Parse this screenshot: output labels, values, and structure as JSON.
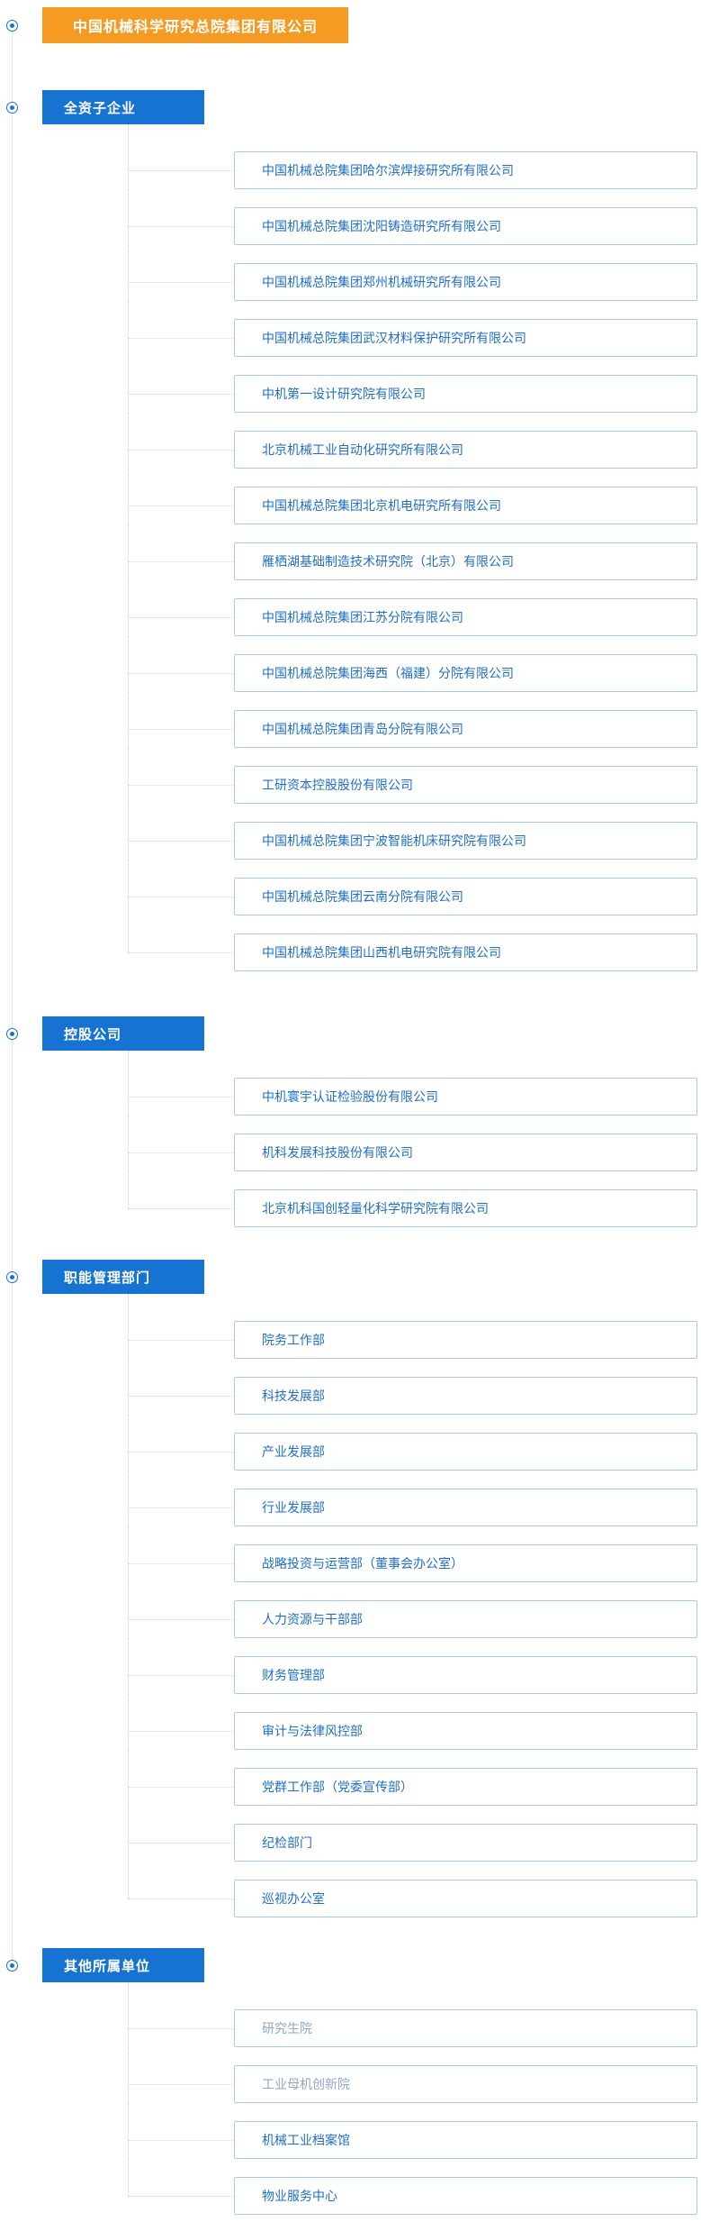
{
  "root": {
    "label": "中国机械科学研究总院集团有限公司"
  },
  "colors": {
    "root_bg": "#f59a23",
    "category_bg": "#1673d1",
    "item_text": "#1f6fc5",
    "item_muted_text": "#8fa6c9",
    "item_border": "#a8c9ee",
    "connector": "#c9d4df",
    "marker": "#1673d1"
  },
  "sections": [
    {
      "label": "全资子企业",
      "items": [
        {
          "label": "中国机械总院集团哈尔滨焊接研究所有限公司"
        },
        {
          "label": "中国机械总院集团沈阳铸造研究所有限公司"
        },
        {
          "label": "中国机械总院集团郑州机械研究所有限公司"
        },
        {
          "label": "中国机械总院集团武汉材料保护研究所有限公司"
        },
        {
          "label": "中机第一设计研究院有限公司"
        },
        {
          "label": "北京机械工业自动化研究所有限公司"
        },
        {
          "label": "中国机械总院集团北京机电研究所有限公司"
        },
        {
          "label": "雁栖湖基础制造技术研究院（北京）有限公司"
        },
        {
          "label": "中国机械总院集团江苏分院有限公司"
        },
        {
          "label": "中国机械总院集团海西（福建）分院有限公司"
        },
        {
          "label": "中国机械总院集团青岛分院有限公司"
        },
        {
          "label": "工研资本控股股份有限公司"
        },
        {
          "label": "中国机械总院集团宁波智能机床研究院有限公司"
        },
        {
          "label": "中国机械总院集团云南分院有限公司"
        },
        {
          "label": "中国机械总院集团山西机电研究院有限公司"
        }
      ]
    },
    {
      "label": "控股公司",
      "items": [
        {
          "label": "中机寰宇认证检验股份有限公司"
        },
        {
          "label": "机科发展科技股份有限公司"
        },
        {
          "label": "北京机科国创轻量化科学研究院有限公司"
        }
      ]
    },
    {
      "label": "职能管理部门",
      "items": [
        {
          "label": "院务工作部"
        },
        {
          "label": "科技发展部"
        },
        {
          "label": "产业发展部"
        },
        {
          "label": "行业发展部"
        },
        {
          "label": "战略投资与运营部（董事会办公室）"
        },
        {
          "label": "人力资源与干部部"
        },
        {
          "label": "财务管理部"
        },
        {
          "label": "审计与法律风控部"
        },
        {
          "label": "党群工作部（党委宣传部）"
        },
        {
          "label": "纪检部门"
        },
        {
          "label": "巡视办公室"
        }
      ]
    },
    {
      "label": "其他所属单位",
      "items": [
        {
          "label": "研究生院",
          "muted": true
        },
        {
          "label": "工业母机创新院",
          "muted": true
        },
        {
          "label": "机械工业档案馆"
        },
        {
          "label": "物业服务中心"
        }
      ]
    }
  ]
}
